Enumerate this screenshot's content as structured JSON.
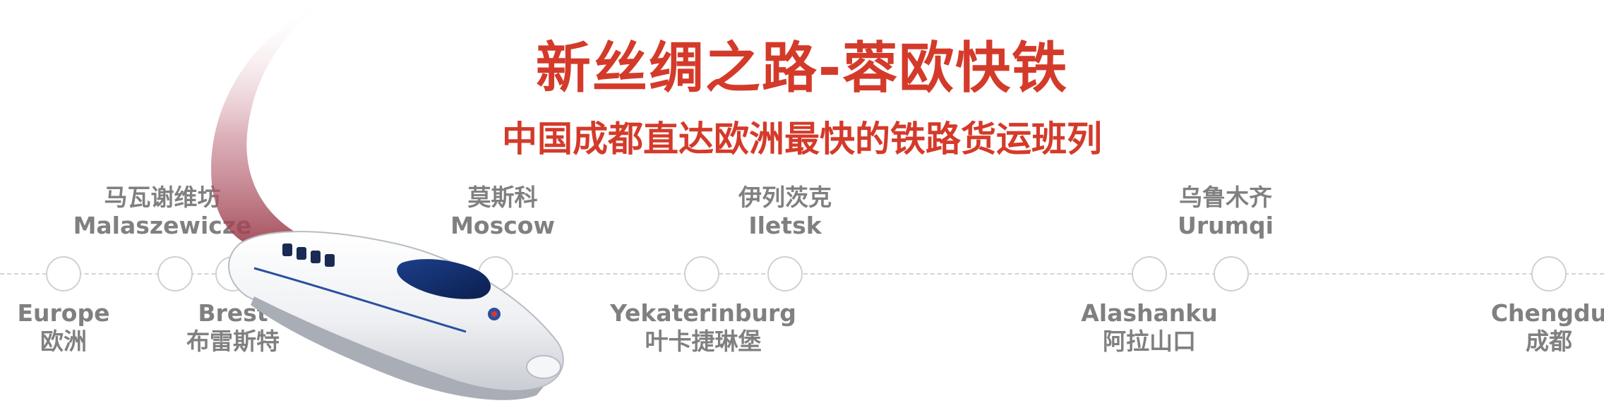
{
  "title": "新丝绸之路-蓉欧快铁",
  "subtitle": "中国成都直达欧洲最快的铁路货运班列",
  "stations": [
    {
      "en": "Europe",
      "zh": "欧洲"
    },
    {
      "en": "Malaszewicze",
      "zh": "马瓦谢维坊"
    },
    {
      "en": "Brest",
      "zh": "布雷斯特"
    },
    {
      "en": "Moscow",
      "zh": "莫斯科"
    },
    {
      "en": "Yekaterinburg",
      "zh": "叶卡捷琳堡"
    },
    {
      "en": "Iletsk",
      "zh": "伊列茨克"
    },
    {
      "en": "Alashanku",
      "zh": "阿拉山口"
    },
    {
      "en": "Urumqi",
      "zh": "乌鲁木齐"
    },
    {
      "en": "Chengdu",
      "zh": "成都"
    }
  ],
  "colors": {
    "accent": "#d43a2a",
    "label": "#808080",
    "route": "#d4d4d4"
  },
  "icons": {
    "train": "high-speed-train-image"
  }
}
